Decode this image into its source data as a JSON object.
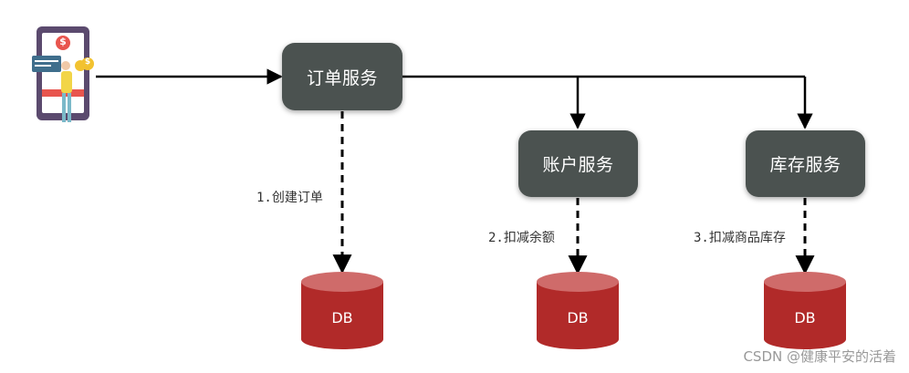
{
  "services": {
    "order": "订单服务",
    "account": "账户服务",
    "inventory": "库存服务"
  },
  "steps": {
    "create_order": "1.创建订单",
    "deduct_balance": "2.扣减余额",
    "deduct_inventory": "3.扣减商品库存"
  },
  "databases": {
    "order_db": "DB",
    "account_db": "DB",
    "inventory_db": "DB"
  },
  "client": {
    "icon": "mobile-payment-user-icon",
    "currency_symbol": "$"
  },
  "colors": {
    "service_box": "#4b5250",
    "db_body": "#b12a29",
    "db_top": "#cf6b6a",
    "arrow": "#000000"
  },
  "watermark": "CSDN @健康平安的活着"
}
